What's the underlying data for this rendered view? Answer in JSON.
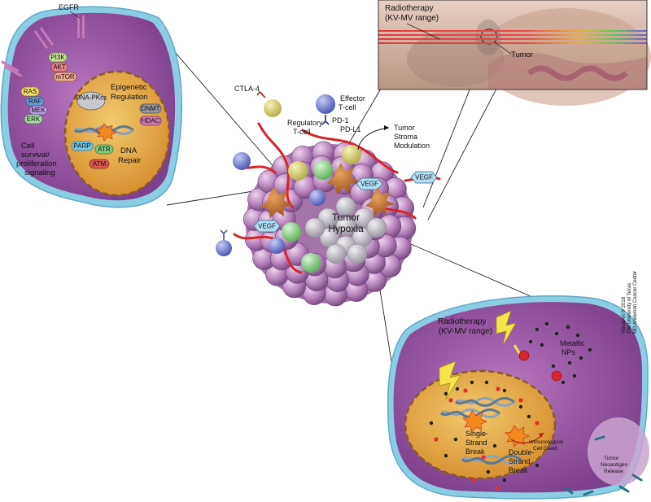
{
  "left_cell": {
    "receptor_label": "EGFR",
    "pathway_upper": [
      "PI3K",
      "AKT",
      "mTOR"
    ],
    "pathway_lower": [
      "RAS",
      "RAF",
      "MEK",
      "ERK"
    ],
    "nucleus_proteins": [
      "DNA-PKcs",
      "DNMT",
      "HDAC",
      "PARP",
      "ATR",
      "ATM"
    ],
    "epigenetic_label": [
      "Epigenetic",
      "Regulation"
    ],
    "dna_repair_label": [
      "DNA",
      "Repair"
    ],
    "signaling_label": [
      "Cell",
      "survival/",
      "proliferation",
      "signaling"
    ]
  },
  "immune": {
    "ctla4": "CTLA-4",
    "regulatory_tcell": [
      "Regulatory",
      "T-cell"
    ],
    "effector_tcell": [
      "Effector",
      "T-cell"
    ],
    "pd1": "PD-1",
    "pdl1": "PD-L1",
    "stroma": [
      "Tumor",
      "Stroma",
      "Modulation"
    ]
  },
  "tumor": {
    "core_label": [
      "Tumor",
      "Hypoxia"
    ],
    "vegf_labels": [
      "VEGF",
      "VEGF",
      "VEGF"
    ]
  },
  "radiotherapy_panel": {
    "title": [
      "Radiotherapy",
      "(KV-MV range)"
    ],
    "tumor_label": "Tumor"
  },
  "right_cell": {
    "radiotherapy": [
      "Radiotherapy",
      "(KV-MV range)"
    ],
    "nps": [
      "Metallic",
      "NPs"
    ],
    "single_strand": [
      "Single-",
      "Strand",
      "Break"
    ],
    "double_strand": [
      "Double-",
      "Strand",
      "Break"
    ],
    "immuno_death": [
      "Immunological",
      "Cell Death"
    ],
    "neoantigen": [
      "Tumor",
      "Neoantigen",
      "Release"
    ]
  },
  "credit": [
    "VisualArt © 2018",
    "The University of Texas",
    "MD Anderson Cancer Center"
  ],
  "colors": {
    "cell_purple": "#9a55a4",
    "membrane_blue": "#7ec3e0",
    "nucleus_gold": "#e3a947",
    "tumor_pink": "#c89bc8",
    "hypoxia_gray": "#c8c4cc",
    "vessel_red": "#d8242a",
    "tcell_blue": "#6f7bd0",
    "vegf_blue": "#a9d8f0",
    "skin": "#d9b8a6"
  }
}
